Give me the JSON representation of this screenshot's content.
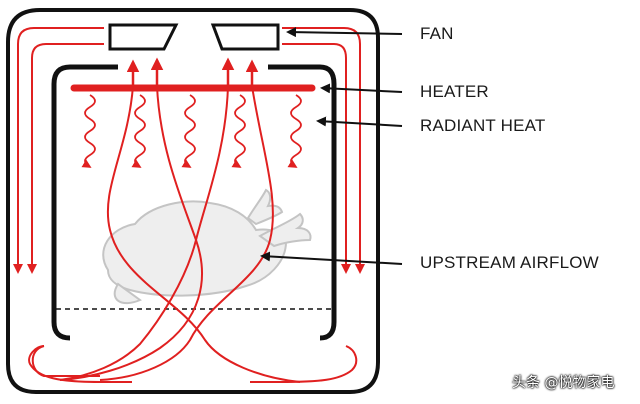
{
  "labels": {
    "fan": "FAN",
    "heater": "HEATER",
    "radiant_heat": "RADIANT HEAT",
    "upstream_airflow": "UPSTREAM AIRFLOW"
  },
  "watermark": "头条 @悦物家电",
  "colors": {
    "airflow": "#e02020",
    "outline": "#111111",
    "food": "#c8c8c8",
    "background": "#ffffff"
  }
}
